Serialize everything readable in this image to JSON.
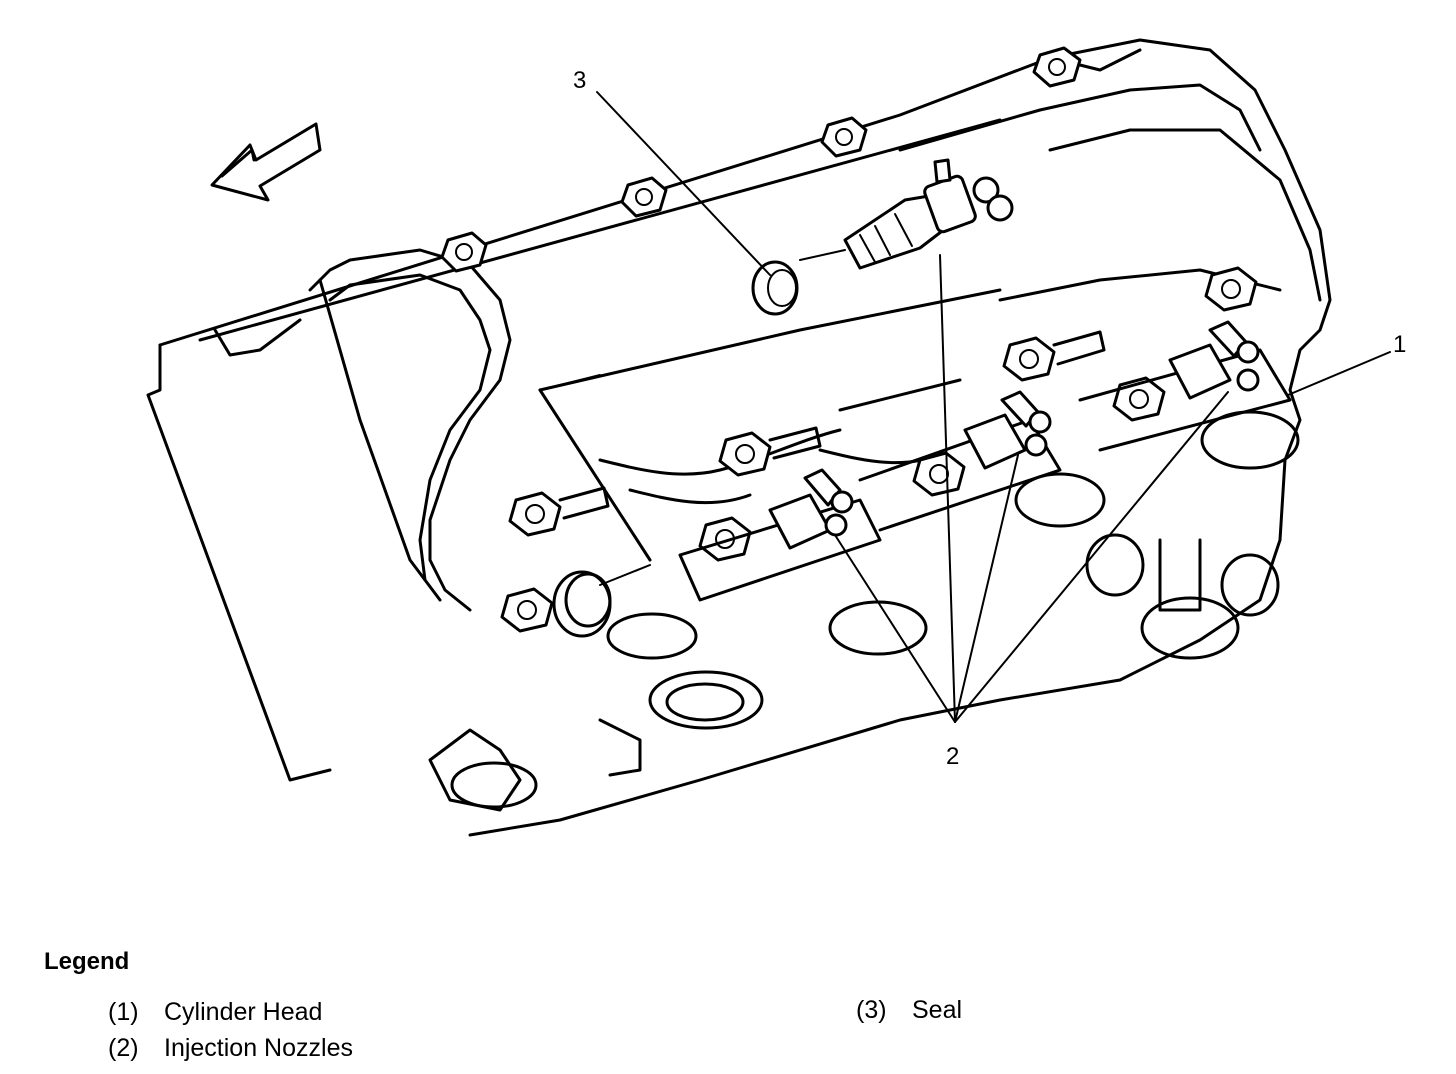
{
  "callouts": [
    {
      "id": "1",
      "label": "1"
    },
    {
      "id": "2",
      "label": "2"
    },
    {
      "id": "3",
      "label": "3"
    }
  ],
  "legend": {
    "title": "Legend",
    "items": [
      {
        "number": "(1)",
        "label": "Cylinder Head"
      },
      {
        "number": "(2)",
        "label": "Injection Nozzles"
      },
      {
        "number": "(3)",
        "label": "Seal"
      }
    ]
  }
}
